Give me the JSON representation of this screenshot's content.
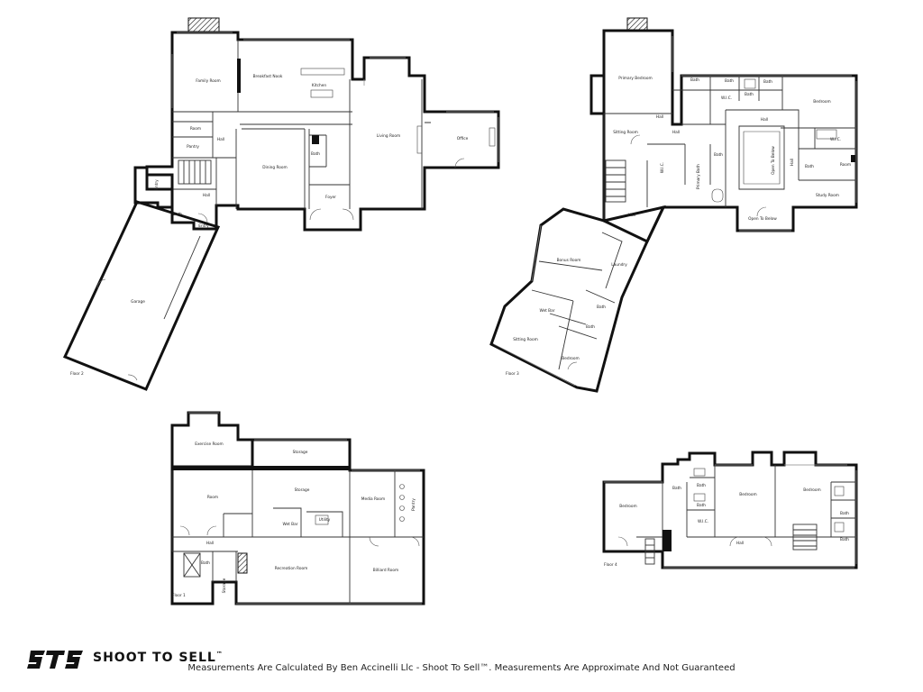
{
  "brand": {
    "logo_text": "STS",
    "name": "SHOOT TO SELL",
    "tm": "™"
  },
  "disclaimer": "Measurements Are Calculated By Ben Accinelli Llc - Shoot To Sell™. Measurements Are Approximate And Not Guaranteed",
  "floors": {
    "floor2": {
      "label": "Floor 2",
      "rooms": [
        "Family Room",
        "Breakfast Nook",
        "Kitchen",
        "Room",
        "Pantry",
        "Hall",
        "Hall",
        "Entry",
        "Bath",
        "Entry",
        "Dining Room",
        "Bath",
        "Foyer",
        "Living Room",
        "Office",
        "Garage"
      ]
    },
    "floor3": {
      "label": "Floor 3",
      "rooms": [
        "Primary Bedroom",
        "Bath",
        "Bath",
        "W.I.C.",
        "Bath",
        "Bath",
        "Bedroom",
        "Sitting Room",
        "Hall",
        "Hall",
        "W.I.C.",
        "Primary Bath",
        "Bath",
        "Hall",
        "Open To Below",
        "Hall",
        "W.I.C.",
        "Room",
        "Bath",
        "Study Room",
        "Open To Below",
        "Hall",
        "Bonus Room",
        "Laundry",
        "Wet Bar",
        "Bath",
        "Bath",
        "Sitting Room",
        "Bedroom"
      ]
    },
    "floor1": {
      "label": "Floor 1",
      "rooms": [
        "Exercise Room",
        "Storage",
        "Room",
        "Storage",
        "Media Room",
        "Wet Bar",
        "Utility",
        "Hall",
        "Bath",
        "Storage",
        "Recreation Room",
        "Billiard Room",
        "Pantry"
      ]
    },
    "floor4": {
      "label": "Floor 4",
      "rooms": [
        "Bedroom",
        "Bath",
        "Bath",
        "Bath",
        "W.I.C.",
        "Bedroom",
        "Bedroom",
        "Bath",
        "Bath",
        "Hall"
      ]
    }
  }
}
